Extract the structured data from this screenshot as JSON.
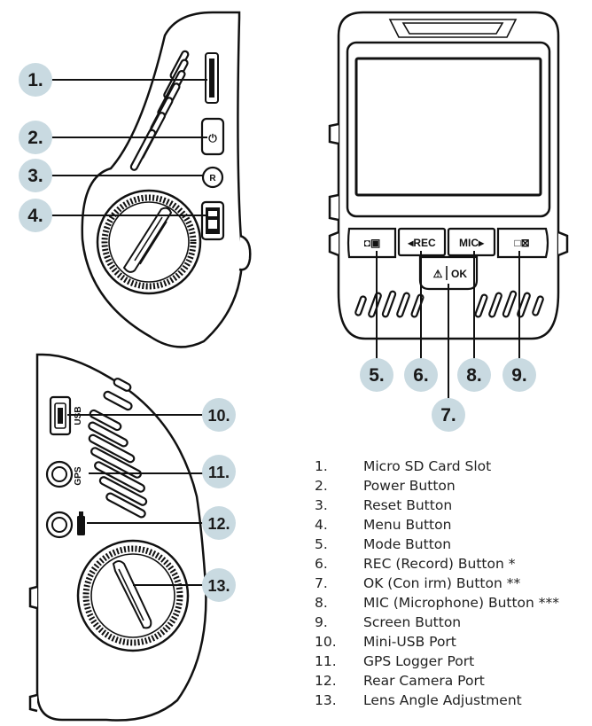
{
  "callouts": [
    "1.",
    "2.",
    "3.",
    "4.",
    "5.",
    "6.",
    "8.",
    "9.",
    "7.",
    "10.",
    "11.",
    "12.",
    "13."
  ],
  "buttons": {
    "rec": "◂REC",
    "mic": "MIC▸",
    "ok": "OK"
  },
  "ports": {
    "usb": "USB",
    "gps": "GPS"
  },
  "legend": [
    {
      "num": "1.",
      "label": "Micro SD Card Slot"
    },
    {
      "num": "2.",
      "label": "Power Button"
    },
    {
      "num": "3.",
      "label": "Reset Button"
    },
    {
      "num": "4.",
      "label": "Menu Button"
    },
    {
      "num": "5.",
      "label": "Mode Button"
    },
    {
      "num": "6.",
      "label": "REC (Record) Button *"
    },
    {
      "num": "7.",
      "label": "OK (Con irm) Button **"
    },
    {
      "num": "8.",
      "label": "MIC (Microphone) Button ***"
    },
    {
      "num": "9.",
      "label": "Screen Button"
    },
    {
      "num": "10.",
      "label": "Mini-USB Port"
    },
    {
      "num": "11.",
      "label": "GPS Logger Port"
    },
    {
      "num": "12.",
      "label": "Rear Camera Port"
    },
    {
      "num": "13.",
      "label": "Lens Angle Adjustment"
    }
  ],
  "colors": {
    "callout_fill": "#c9dae1",
    "line": "#111111"
  }
}
